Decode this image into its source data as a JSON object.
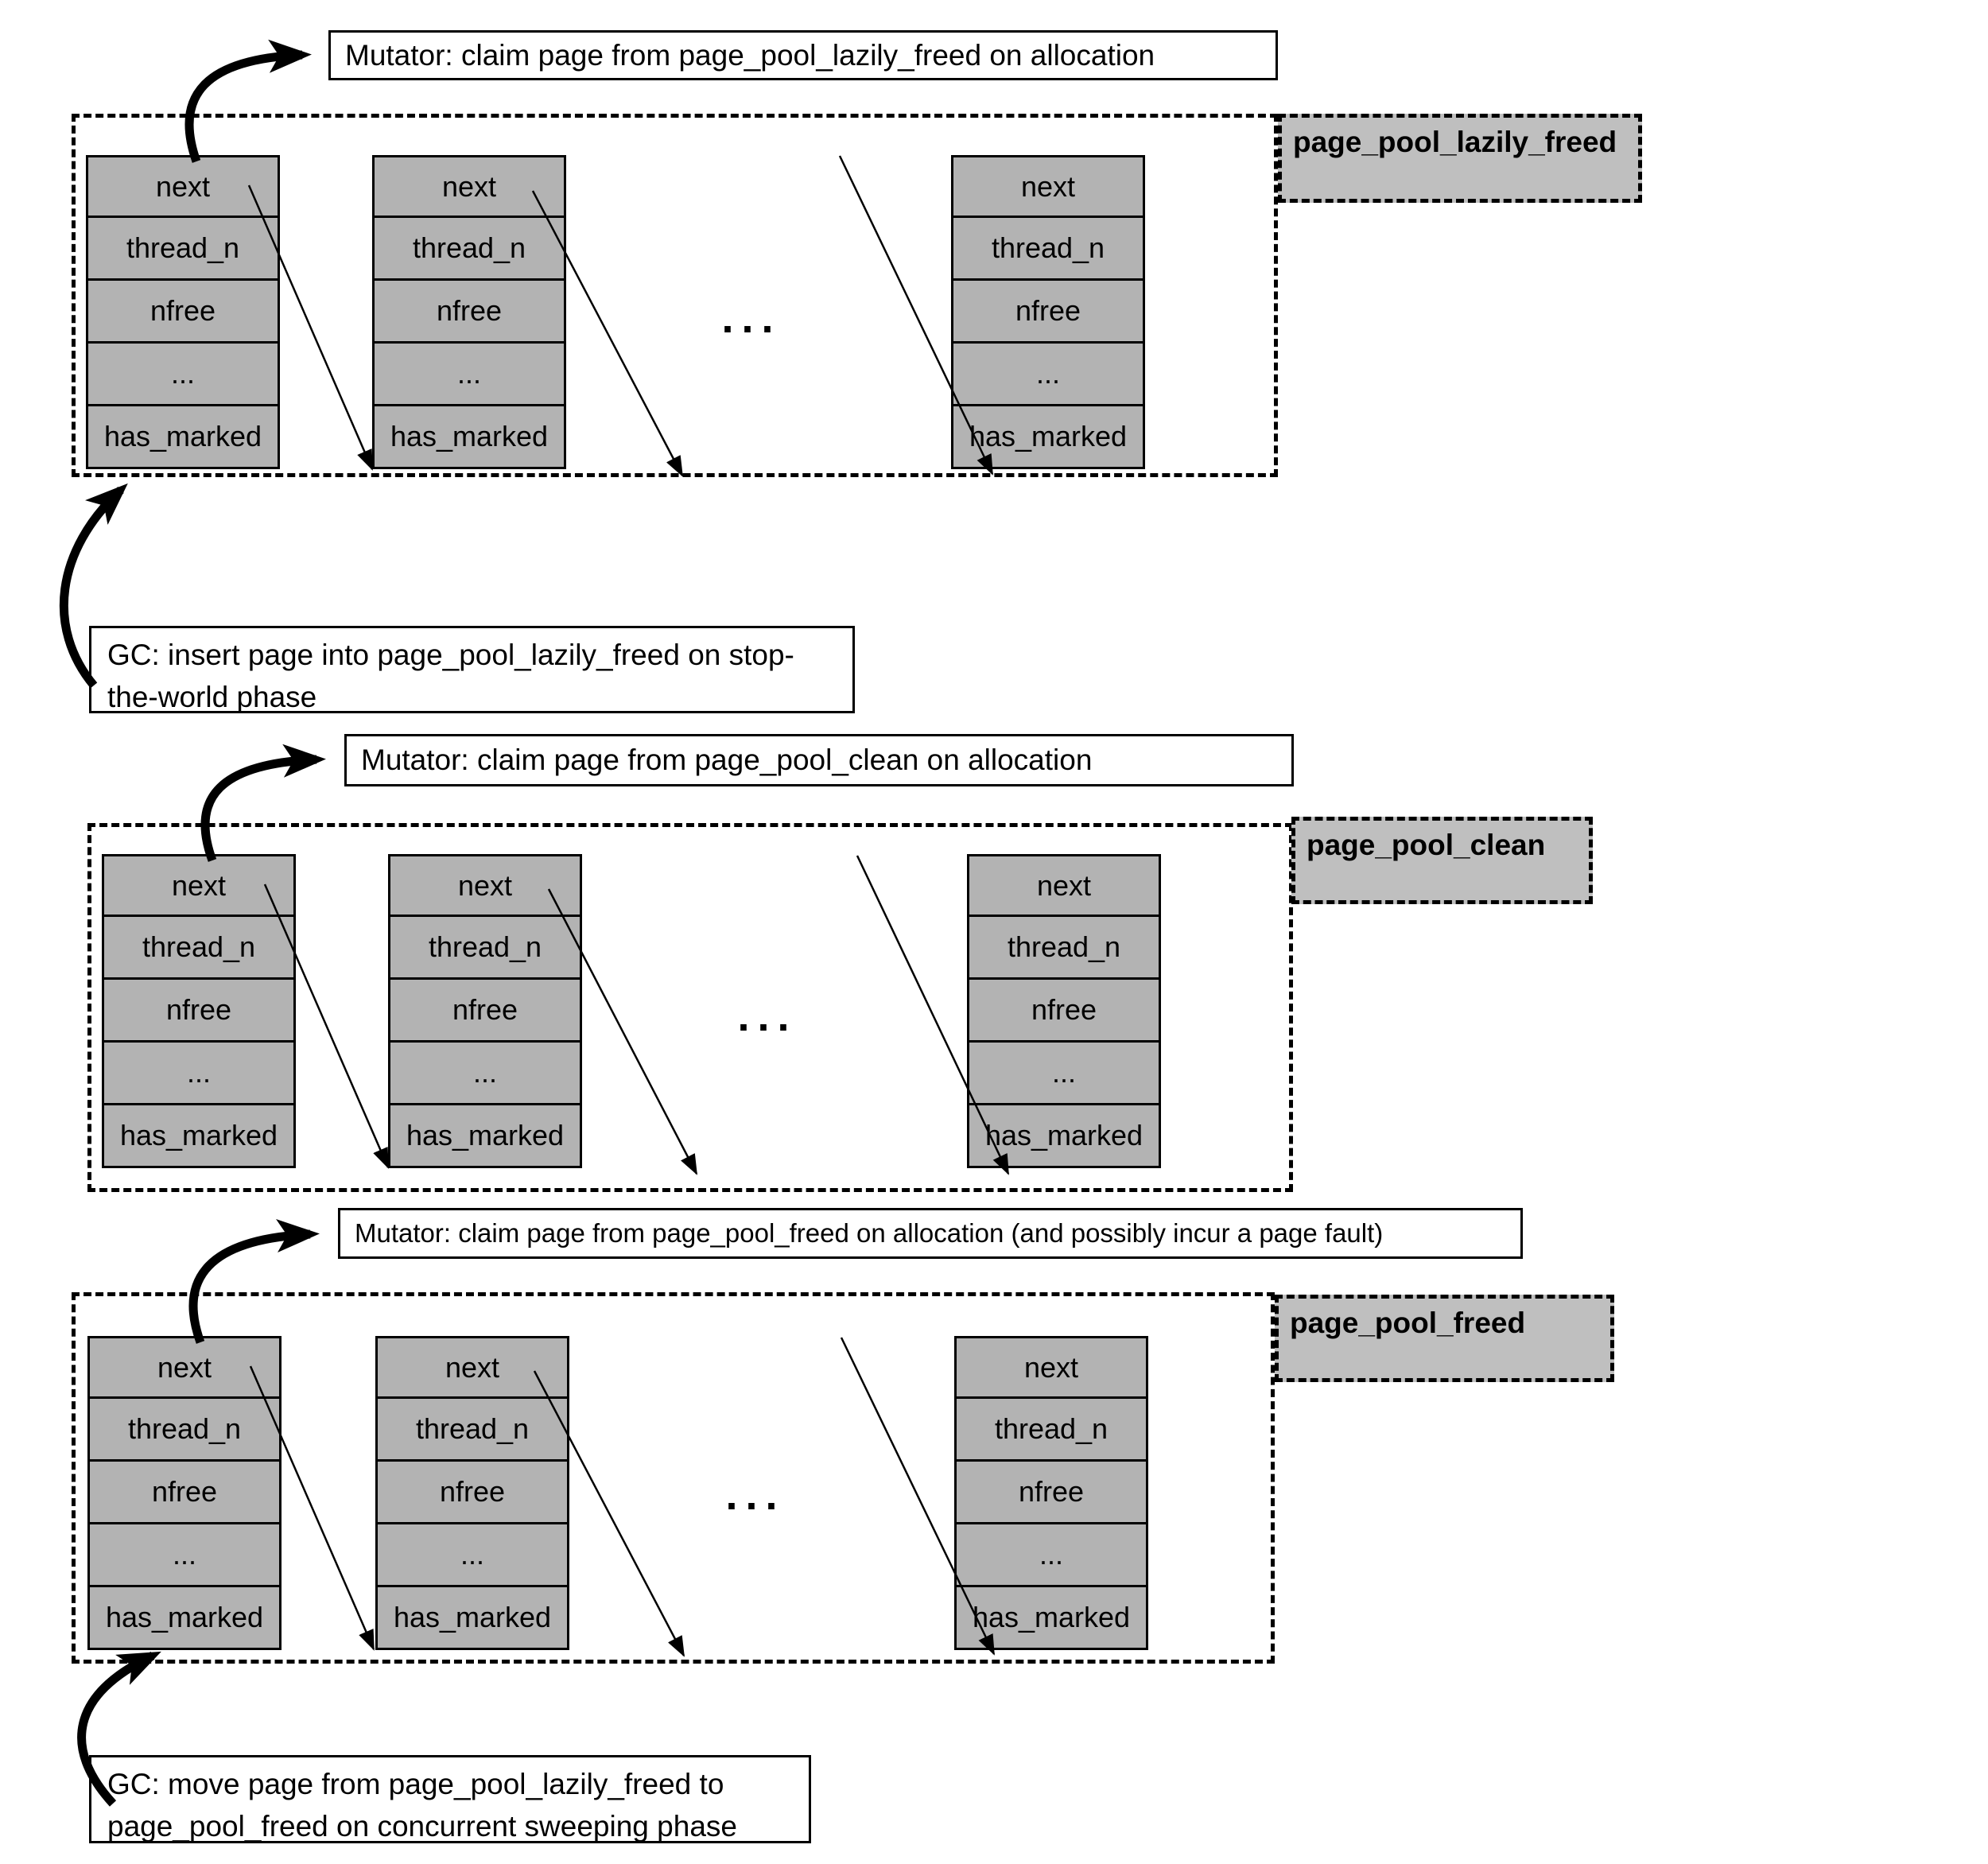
{
  "node_fields": [
    "next",
    "thread_n",
    "nfree",
    "...",
    "has_marked"
  ],
  "ellipsis": "...",
  "sections": [
    {
      "id": "lazily_freed",
      "pool_label": "page_pool_lazily_freed",
      "mutator_note": "Mutator: claim page from page_pool_lazily_freed on allocation",
      "gc_note": "GC: insert page into page_pool_lazily_freed on stop-the-world phase"
    },
    {
      "id": "clean",
      "pool_label": "page_pool_clean",
      "mutator_note": "Mutator: claim page from page_pool_clean on allocation"
    },
    {
      "id": "freed",
      "pool_label": "page_pool_freed",
      "mutator_note": "Mutator: claim page from page_pool_freed on allocation (and possibly incur a page fault)",
      "gc_note": "GC: move page from page_pool_lazily_freed to page_pool_freed on concurrent sweeping phase"
    }
  ],
  "colors": {
    "node_fill": "#b3b3b3",
    "pool_label_fill": "#bfbfbf",
    "border": "#000000",
    "background": "#ffffff"
  }
}
